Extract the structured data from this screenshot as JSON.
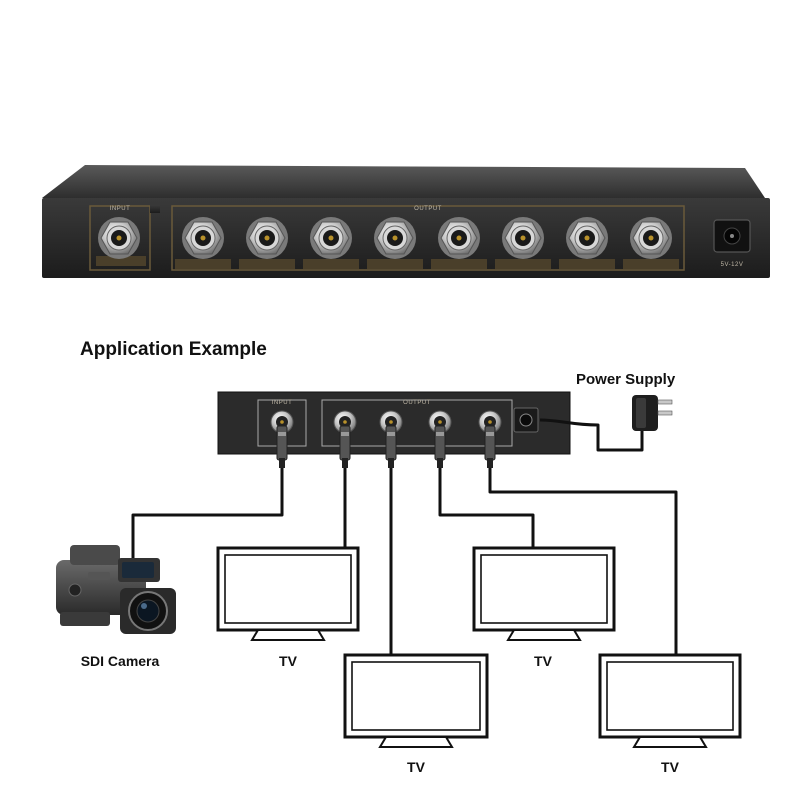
{
  "heading": "Application Example",
  "splitter_diagram": {
    "input_label": "INPUT",
    "output_label": "OUTPUT",
    "power_label": "5V-12V"
  },
  "labels": {
    "power_supply": "Power Supply",
    "camera": "SDI Camera",
    "tv": "TV"
  },
  "colors": {
    "device_body": "#2b2b2b",
    "cable": "#111111",
    "connector_metal": "#c9c9c9",
    "connector_gold": "#b8912a"
  },
  "icons": [
    "camera-icon",
    "tv-icon",
    "power-adapter-icon",
    "bnc-connector-icon"
  ]
}
